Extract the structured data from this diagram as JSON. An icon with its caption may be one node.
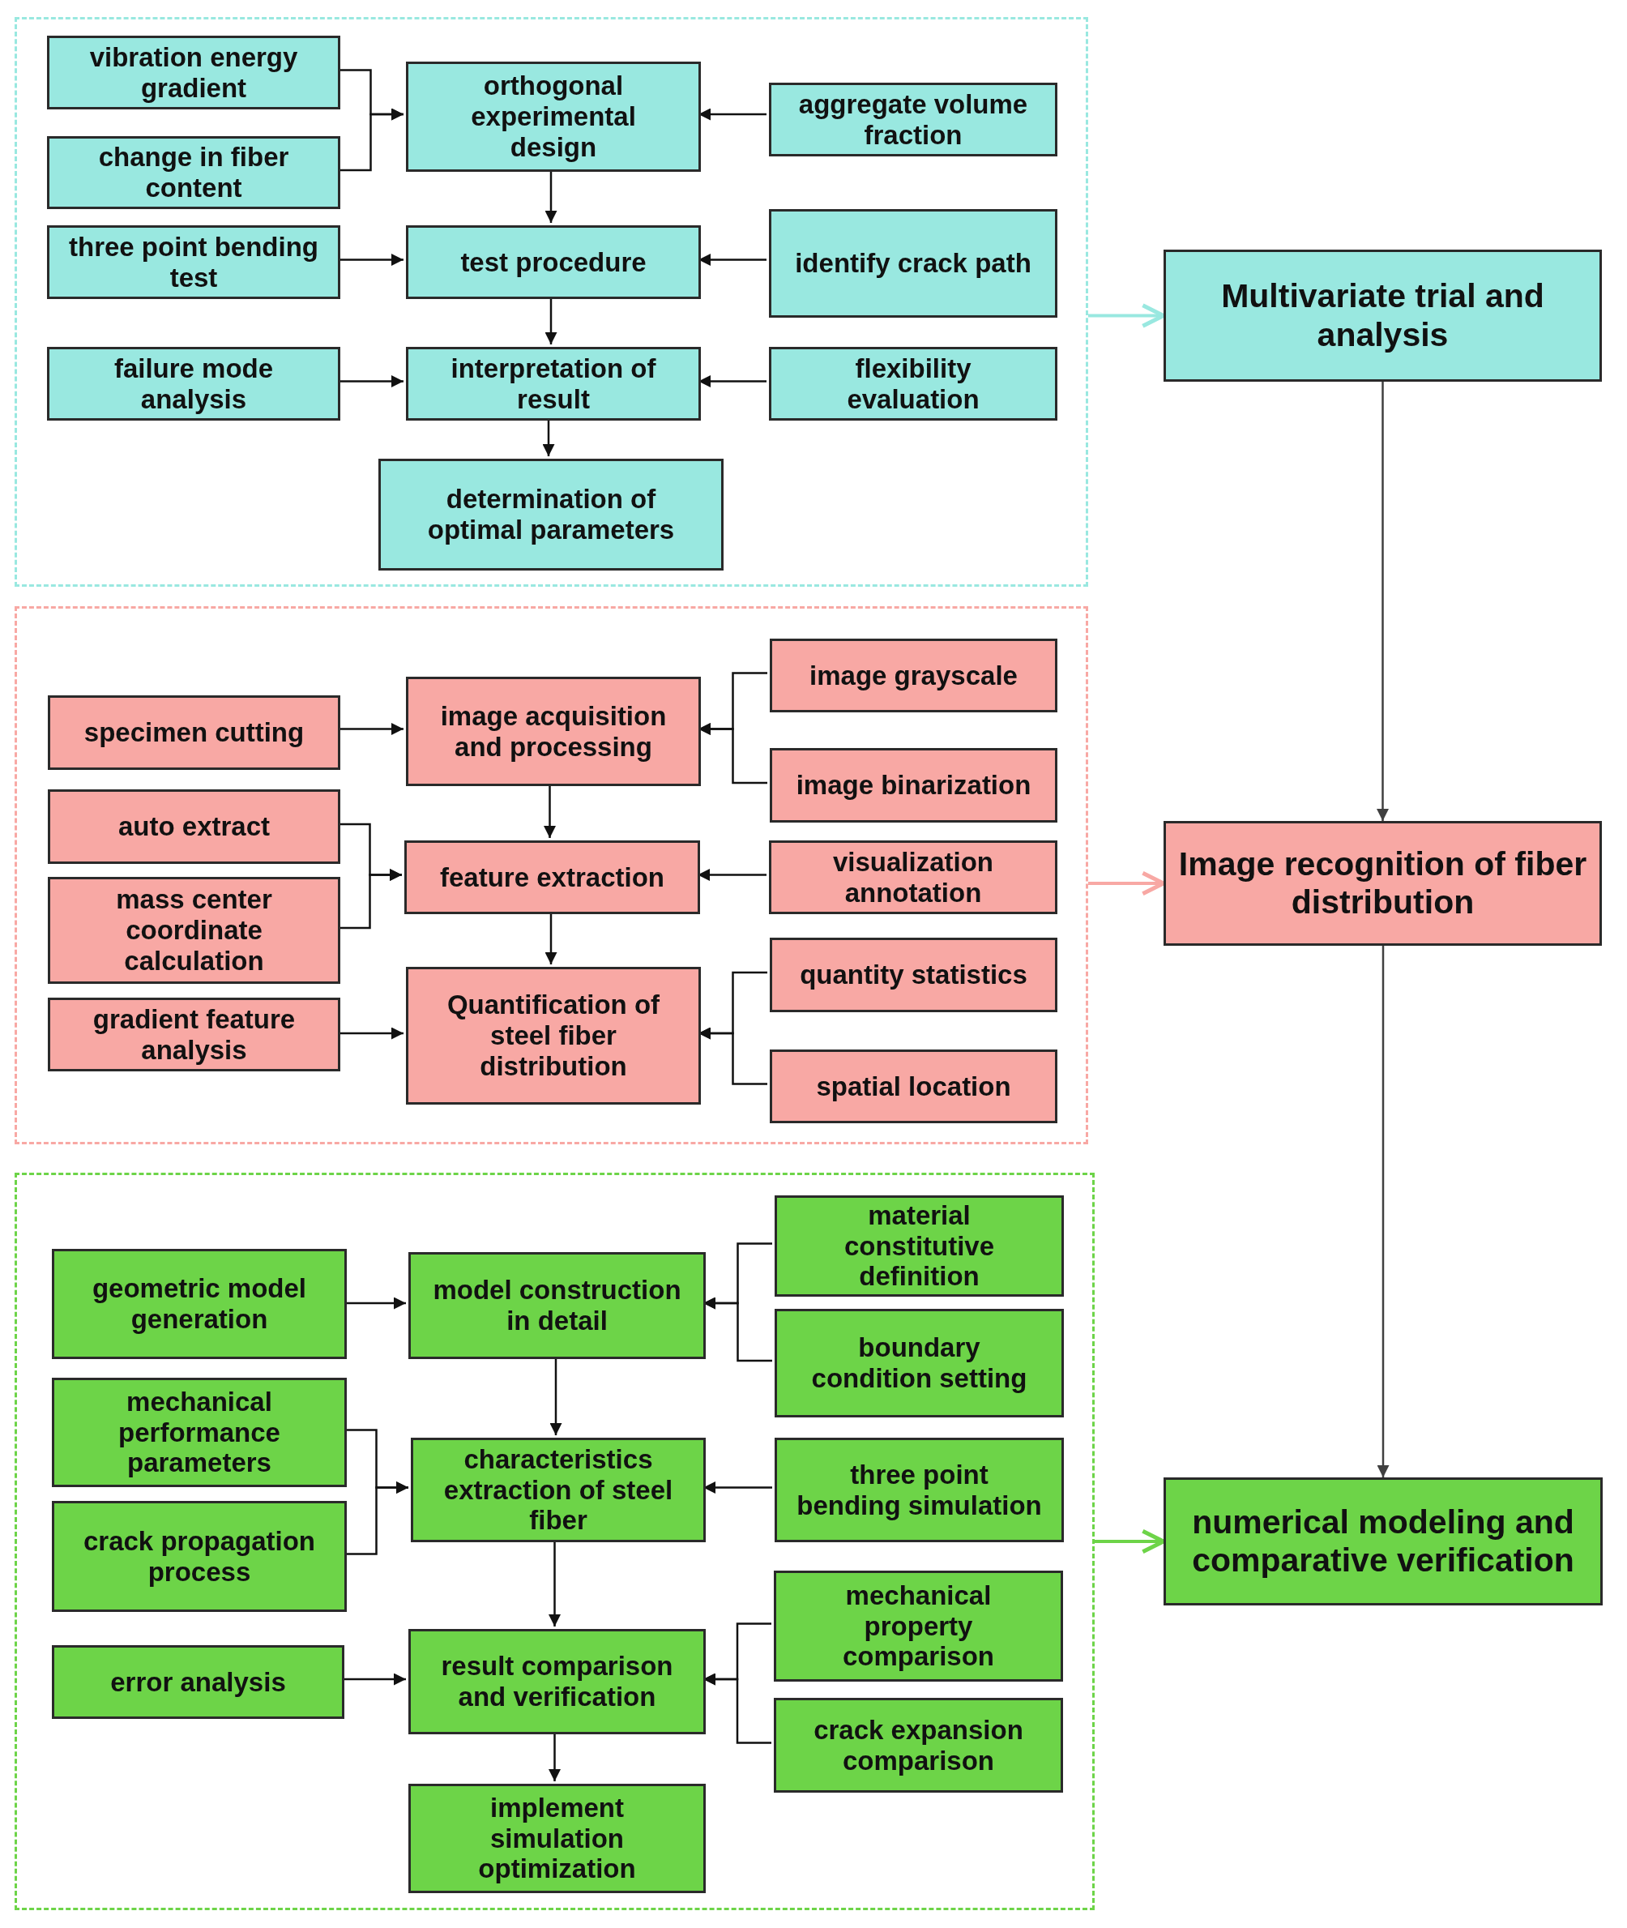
{
  "diagram": {
    "nodes": [
      {
        "text": [],
        "shape": "box"
      },
      {
        "text": [
          "vibration energy gradient"
        ],
        "in": 0
      },
      {
        "text": [
          "change in fiber content"
        ],
        "in": 0
      },
      {
        "text": [
          "orthogonal experimental design"
        ],
        "in": 0
      },
      {
        "text": [
          "aggregate volume fraction"
        ],
        "in": 0
      },
      {
        "text": [
          "three point bending test"
        ],
        "in": 0
      },
      {
        "text": [
          "test procedure"
        ],
        "in": 0
      },
      {
        "text": [
          "identify crack path"
        ],
        "in": 0
      },
      {
        "text": [
          "failure mode analysis"
        ],
        "in": 0
      },
      {
        "text": [
          "interpretation of result"
        ],
        "in": 0
      },
      {
        "text": [
          "flexibility evaluation"
        ],
        "in": 0
      },
      {
        "text": [
          "determination of optimal parameters"
        ],
        "in": 0
      },
      {
        "text": [],
        "shape": "box"
      },
      {
        "text": [
          "specimen cutting"
        ],
        "in": 12
      },
      {
        "text": [
          "image acquisition and processing"
        ],
        "in": 12
      },
      {
        "text": [
          "image grayscale"
        ],
        "in": 12
      },
      {
        "text": [
          "image binarization"
        ],
        "in": 12
      },
      {
        "text": [
          "auto extract"
        ],
        "in": 12
      },
      {
        "text": [
          "mass center coordinate calculation"
        ],
        "in": 12
      },
      {
        "text": [
          "feature extraction"
        ],
        "in": 12
      },
      {
        "text": [
          "visualization annotation"
        ],
        "in": 12
      },
      {
        "text": [
          "gradient feature analysis"
        ],
        "in": 12
      },
      {
        "text": [
          "Quantification of steel fiber distribution"
        ],
        "in": 12
      },
      {
        "text": [
          "quantity statistics"
        ],
        "in": 12
      },
      {
        "text": [
          "spatial location"
        ],
        "in": 12
      },
      {
        "text": [],
        "shape": "box"
      },
      {
        "text": [
          "geometric model generation"
        ],
        "in": 25
      },
      {
        "text": [
          "model construction in detail"
        ],
        "in": 25
      },
      {
        "text": [
          "material constitutive definition"
        ],
        "in": 25
      },
      {
        "text": [
          "boundary condition setting"
        ],
        "in": 25
      },
      {
        "text": [
          "mechanical performance parameters"
        ],
        "in": 25
      },
      {
        "text": [
          "crack propagation process"
        ],
        "in": 25
      },
      {
        "text": [
          "characteristics extraction of steel fiber"
        ],
        "in": 25
      },
      {
        "text": [
          "three point bending simulation"
        ],
        "in": 25
      },
      {
        "text": [
          "error analysis"
        ],
        "in": 25
      },
      {
        "text": [
          "result comparison and verification"
        ],
        "in": 25
      },
      {
        "text": [
          "mechanical property comparison"
        ],
        "in": 25
      },
      {
        "text": [
          "crack expansion comparison"
        ],
        "in": 25
      },
      {
        "text": [
          "implement simulation optimization"
        ],
        "in": 25
      },
      {
        "text": [
          "Multivariate trial and analysis"
        ]
      },
      {
        "text": [
          "Image recognition of fiber distribution"
        ]
      },
      {
        "text": [
          "numerical modeling and comparative verification"
        ]
      }
    ],
    "edges": [
      {
        "from": 1,
        "to": 3,
        "arrow": "to"
      },
      {
        "from": 2,
        "to": 3,
        "arrow": "to"
      },
      {
        "from": 4,
        "to": 3,
        "arrow": "to"
      },
      {
        "from": 3,
        "to": 6,
        "arrow": "to"
      },
      {
        "from": 5,
        "to": 6,
        "arrow": "to"
      },
      {
        "from": 7,
        "to": 6,
        "arrow": "to"
      },
      {
        "from": 6,
        "to": 9,
        "arrow": "to"
      },
      {
        "from": 8,
        "to": 9,
        "arrow": "to"
      },
      {
        "from": 10,
        "to": 9,
        "arrow": "to"
      },
      {
        "from": 9,
        "to": 11,
        "arrow": "to"
      },
      {
        "from": 13,
        "to": 14,
        "arrow": "to"
      },
      {
        "from": 15,
        "to": 14,
        "arrow": "to"
      },
      {
        "from": 16,
        "to": 14,
        "arrow": "to"
      },
      {
        "from": 14,
        "to": 19,
        "arrow": "to"
      },
      {
        "from": 17,
        "to": 19,
        "arrow": "to"
      },
      {
        "from": 18,
        "to": 19,
        "arrow": "to"
      },
      {
        "from": 20,
        "to": 19,
        "arrow": "to"
      },
      {
        "from": 19,
        "to": 22,
        "arrow": "to"
      },
      {
        "from": 21,
        "to": 22,
        "arrow": "to"
      },
      {
        "from": 23,
        "to": 22,
        "arrow": "to"
      },
      {
        "from": 24,
        "to": 22,
        "arrow": "to"
      },
      {
        "from": 26,
        "to": 27,
        "arrow": "to"
      },
      {
        "from": 28,
        "to": 27,
        "arrow": "to"
      },
      {
        "from": 29,
        "to": 27,
        "arrow": "to"
      },
      {
        "from": 27,
        "to": 32,
        "arrow": "to"
      },
      {
        "from": 30,
        "to": 32,
        "arrow": "to"
      },
      {
        "from": 31,
        "to": 32,
        "arrow": "to"
      },
      {
        "from": 33,
        "to": 32,
        "arrow": "to"
      },
      {
        "from": 32,
        "to": 35,
        "arrow": "to"
      },
      {
        "from": 34,
        "to": 35,
        "arrow": "to"
      },
      {
        "from": 36,
        "to": 35,
        "arrow": "to"
      },
      {
        "from": 37,
        "to": 35,
        "arrow": "to"
      },
      {
        "from": 35,
        "to": 38,
        "arrow": "to"
      },
      {
        "from": 0,
        "to": 39,
        "arrow": "to",
        "color": "#99e8e0"
      },
      {
        "from": 12,
        "to": 40,
        "arrow": "to",
        "color": "#f8a8a4"
      },
      {
        "from": 25,
        "to": 41,
        "arrow": "to",
        "color": "#6dd448"
      },
      {
        "from": 39,
        "to": 40,
        "arrow": "to",
        "color": "#404040"
      },
      {
        "from": 40,
        "to": 41,
        "arrow": "to",
        "color": "#404040"
      }
    ]
  }
}
